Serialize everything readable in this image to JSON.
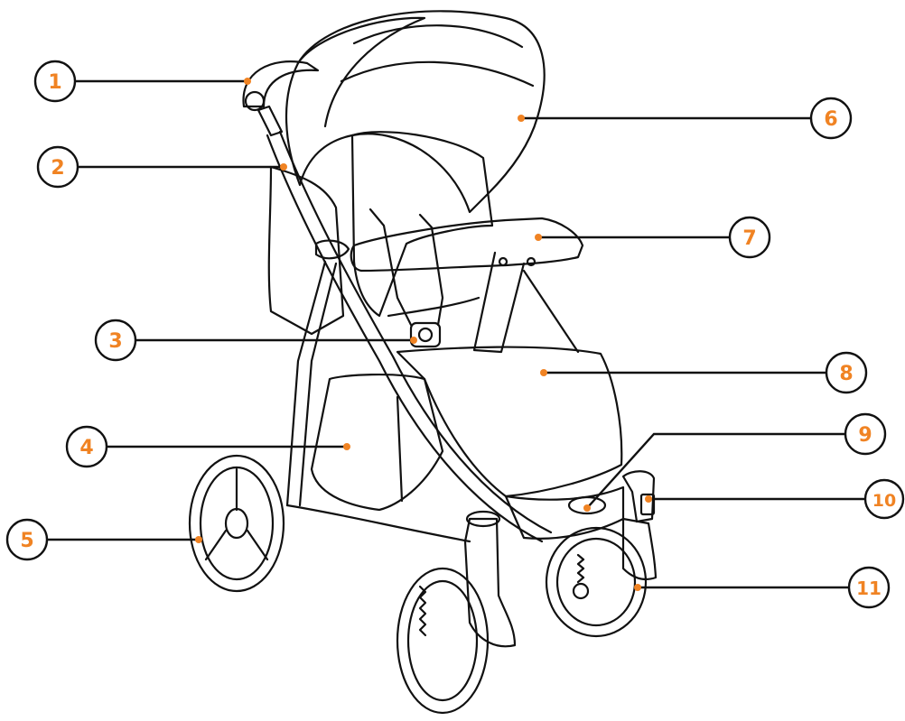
{
  "colors": {
    "accent": "#F08323",
    "line": "#111111",
    "background": "#FFFFFF"
  },
  "callouts": [
    {
      "label": "1"
    },
    {
      "label": "2"
    },
    {
      "label": "3"
    },
    {
      "label": "4"
    },
    {
      "label": "5"
    },
    {
      "label": "6"
    },
    {
      "label": "7"
    },
    {
      "label": "8"
    },
    {
      "label": "9"
    },
    {
      "label": "10"
    },
    {
      "label": "11"
    }
  ]
}
